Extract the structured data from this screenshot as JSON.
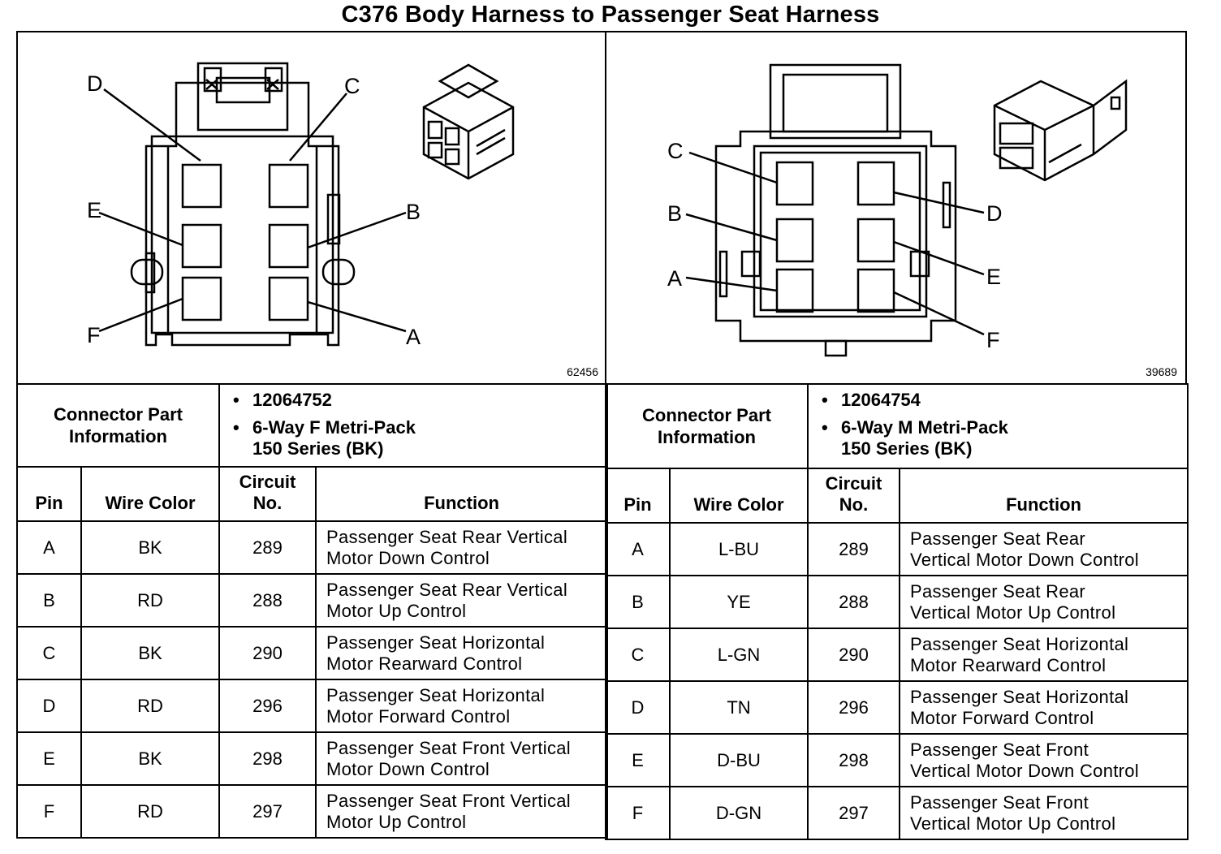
{
  "title": "C376 Body Harness to Passenger Seat Harness",
  "left": {
    "ref": "62456",
    "pins": [
      "D",
      "C",
      "E",
      "B",
      "F",
      "A"
    ],
    "connector_label": "Connector Part Information",
    "part_number": "12064752",
    "part_desc_line1": "6-Way F Metri-Pack",
    "part_desc_line2": "150 Series (BK)",
    "headers": {
      "pin": "Pin",
      "wire": "Wire Color",
      "circuit_line1": "Circuit",
      "circuit_line2": "No.",
      "function": "Function"
    },
    "rows": [
      {
        "pin": "A",
        "wire": "BK",
        "circuit": "289",
        "f1": "Passenger Seat Rear Vertical",
        "f2": "Motor Down Control"
      },
      {
        "pin": "B",
        "wire": "RD",
        "circuit": "288",
        "f1": "Passenger Seat Rear Vertical",
        "f2": "Motor Up Control"
      },
      {
        "pin": "C",
        "wire": "BK",
        "circuit": "290",
        "f1": "Passenger Seat Horizontal",
        "f2": "Motor Rearward Control"
      },
      {
        "pin": "D",
        "wire": "RD",
        "circuit": "296",
        "f1": "Passenger Seat Horizontal",
        "f2": "Motor Forward Control"
      },
      {
        "pin": "E",
        "wire": "BK",
        "circuit": "298",
        "f1": "Passenger Seat Front Vertical",
        "f2": "Motor Down Control"
      },
      {
        "pin": "F",
        "wire": "RD",
        "circuit": "297",
        "f1": "Passenger Seat Front Vertical",
        "f2": "Motor Up Control"
      }
    ]
  },
  "right": {
    "ref": "39689",
    "pins": [
      "C",
      "B",
      "A",
      "D",
      "E",
      "F"
    ],
    "connector_label": "Connector Part Information",
    "part_number": "12064754",
    "part_desc_line1": "6-Way M Metri-Pack",
    "part_desc_line2": "150 Series (BK)",
    "headers": {
      "pin": "Pin",
      "wire": "Wire Color",
      "circuit_line1": "Circuit",
      "circuit_line2": "No.",
      "function": "Function"
    },
    "rows": [
      {
        "pin": "A",
        "wire": "L-BU",
        "circuit": "289",
        "f1": "Passenger Seat Rear",
        "f2": "Vertical Motor Down Control"
      },
      {
        "pin": "B",
        "wire": "YE",
        "circuit": "288",
        "f1": "Passenger Seat Rear",
        "f2": "Vertical Motor Up Control"
      },
      {
        "pin": "C",
        "wire": "L-GN",
        "circuit": "290",
        "f1": "Passenger Seat Horizontal",
        "f2": "Motor Rearward Control"
      },
      {
        "pin": "D",
        "wire": "TN",
        "circuit": "296",
        "f1": "Passenger Seat Horizontal",
        "f2": "Motor Forward Control"
      },
      {
        "pin": "E",
        "wire": "D-BU",
        "circuit": "298",
        "f1": "Passenger Seat Front",
        "f2": "Vertical Motor Down Control"
      },
      {
        "pin": "F",
        "wire": "D-GN",
        "circuit": "297",
        "f1": "Passenger Seat Front",
        "f2": "Vertical Motor Up Control"
      }
    ]
  }
}
